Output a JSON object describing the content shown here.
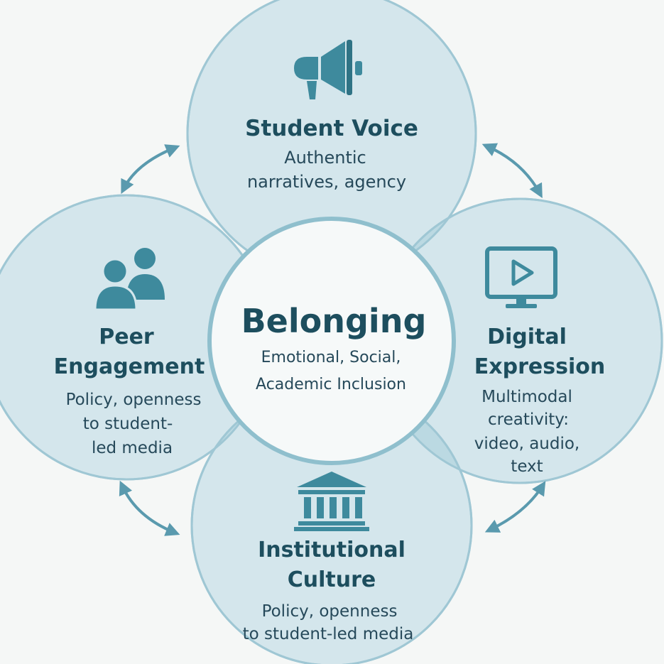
{
  "colors": {
    "background": "#f5f7f6",
    "circle_fill": "#d4e6ec",
    "circle_stroke": "#9fc7d4",
    "overlap_fill": "#b6d6e0",
    "center_fill": "#f6f9f9",
    "center_stroke": "#8fbfcd",
    "icon": "#3e8a9d",
    "icon_dark": "#2f7385",
    "arrow": "#5a9aae",
    "title_text": "#1d4e5e",
    "body_text": "#26495a"
  },
  "center": {
    "title": "Belonging",
    "lines": [
      "Emotional, Social,",
      "Academic Inclusion"
    ]
  },
  "student_voice": {
    "icon": "megaphone-icon",
    "title": "Student Voice",
    "lines": [
      "Authentic",
      "narratives, agency"
    ]
  },
  "peer_engagement": {
    "icon": "people-icon",
    "title_lines": [
      "Peer",
      "Engagement"
    ],
    "lines": [
      "Policy, openness",
      "to student-",
      "led media"
    ]
  },
  "digital_expression": {
    "icon": "monitor-play-icon",
    "title_lines": [
      "Digital",
      "Expression"
    ],
    "lines": [
      "Multimodal",
      "creativity:",
      "video, audio,",
      "text"
    ]
  },
  "institutional_culture": {
    "icon": "institution-building-icon",
    "title_lines": [
      "Institutional",
      "Culture"
    ],
    "lines": [
      "Policy, openness",
      "to student-led media"
    ]
  }
}
